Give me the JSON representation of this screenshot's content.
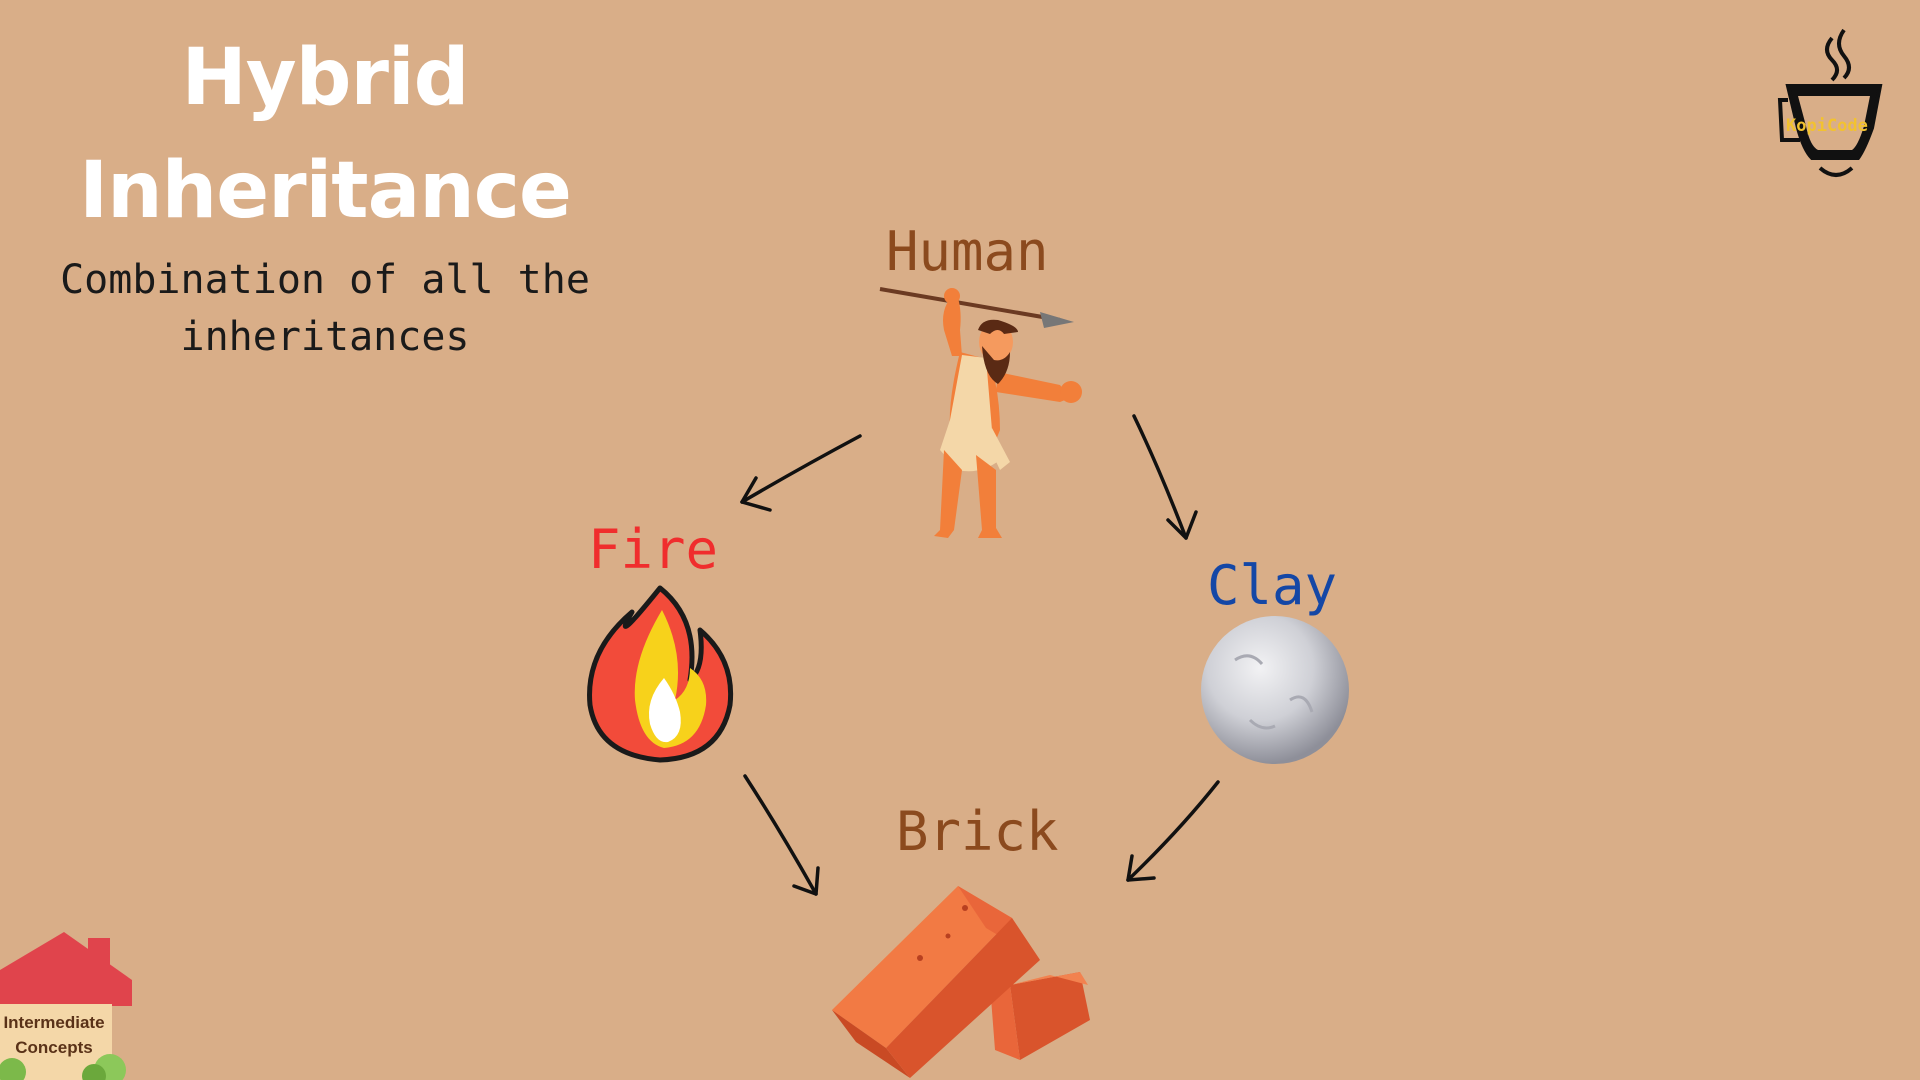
{
  "slide": {
    "title_line1": "Hybrid",
    "title_line2": "Inheritance",
    "subtitle_line1": "Combination of all the",
    "subtitle_line2": "inheritances"
  },
  "diagram": {
    "nodes": [
      {
        "id": "human",
        "label": "Human",
        "color": "#8b4a1e",
        "icon": "caveman-icon"
      },
      {
        "id": "fire",
        "label": "Fire",
        "color": "#f02d2d",
        "icon": "flame-icon"
      },
      {
        "id": "clay",
        "label": "Clay",
        "color": "#1447a6",
        "icon": "clay-ball-icon"
      },
      {
        "id": "brick",
        "label": "Brick",
        "color": "#8b4a1e",
        "icon": "bricks-icon"
      }
    ],
    "edges": [
      {
        "from": "human",
        "to": "fire"
      },
      {
        "from": "human",
        "to": "clay"
      },
      {
        "from": "fire",
        "to": "brick"
      },
      {
        "from": "clay",
        "to": "brick"
      }
    ]
  },
  "brand": {
    "logo_text": "KopiCode",
    "logo_icon": "coffee-cup-icon"
  },
  "badge": {
    "line1": "Intermediate",
    "line2": "Concepts",
    "icon": "house-icon"
  }
}
